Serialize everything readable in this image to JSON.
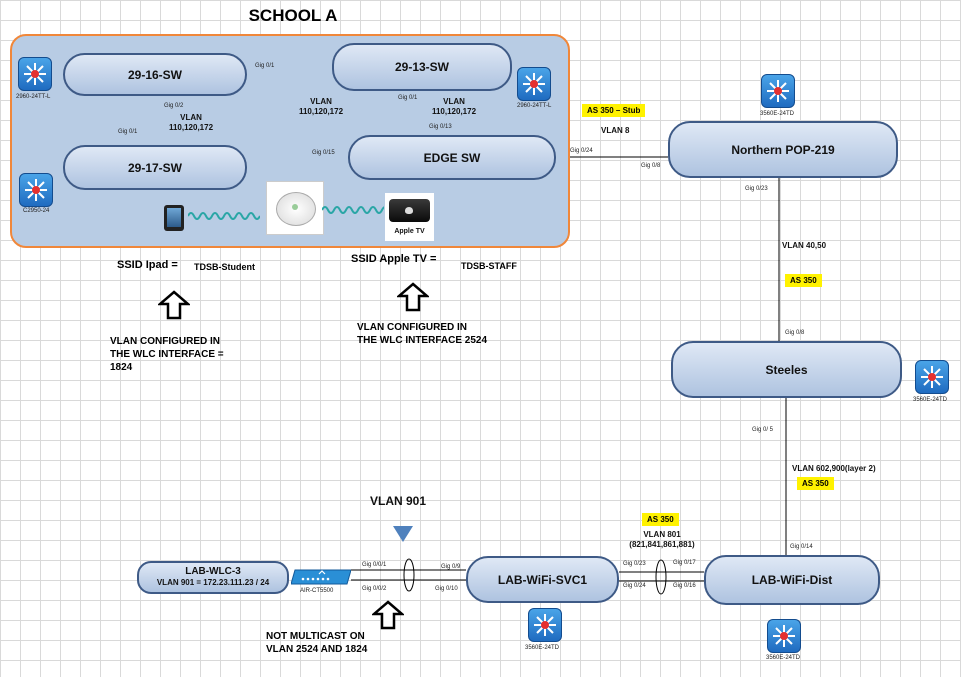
{
  "title": "SCHOOL A",
  "nodes": {
    "sw1616": "29-16-SW",
    "sw1617": "29-17-SW",
    "sw1313": "29-13-SW",
    "edge": "EDGE SW",
    "northern": "Northern POP-219",
    "steeles": "Steeles",
    "svc1": "LAB-WiFi-SVC1",
    "dist": "LAB-WiFi-Dist",
    "wlc_name": "LAB-WLC-3",
    "wlc_vlan": "VLAN 901 = 172.23.111.23 / 24"
  },
  "devices": {
    "d1": "2960-24TT-L",
    "d2": "C2950-24",
    "d3": "2960-24TT-L",
    "d4": "3560E-24TD",
    "d5": "3560E-24TD",
    "d6": "3560E-24TD",
    "d7": "3560E-24TD",
    "ct": "AIR-CT5500"
  },
  "ports": {
    "p1": "Gig 0/1",
    "p2": "Gig 0/2",
    "p3": "Gig 0/1",
    "p4": "Gig 0/1",
    "p5": "Gig 0/13",
    "p6": "Gig 0/15",
    "p7": "Gig 0/24",
    "p8": "Gig 0/8",
    "p9": "Gig 0/23",
    "p10": "Gig 0/8",
    "p11": "Gig 0/ 5",
    "p12": "Gig 0/14",
    "p13": "Gig 0/0/1",
    "p14": "Gig 0/0/2",
    "p15": "Gig 0/9",
    "p16": "Gig 0/10",
    "p17": "Gig 0/23",
    "p18": "Gig 0/24",
    "p19": "Gig 0/17",
    "p20": "Gig 0/16"
  },
  "labels": {
    "vlan_a1": "VLAN",
    "vlan_a2": "110,120,172",
    "vlan_b1": "VLAN",
    "vlan_b2": "110,120,172",
    "vlan_c1": "VLAN",
    "vlan_c2": "110,120,172",
    "vlan8": "VLAN 8",
    "stub": "AS 350 – Stub",
    "vlan4050": "VLAN 40,50",
    "as350a": "AS 350",
    "vlan602": "VLAN 602,900(layer 2)",
    "as350b": "AS 350",
    "as350c": "AS 350",
    "vlan801a": "VLAN 801",
    "vlan801b": "(821,841,861,881)",
    "vlan901": "VLAN 901",
    "appletv": "Apple TV"
  },
  "ssid": {
    "ipad_label": "SSID Ipad =",
    "ipad_value": "TDSB-Student",
    "atv_label": "SSID Apple TV =",
    "atv_value": "TDSB-STAFF"
  },
  "notes": {
    "n1a": "VLAN CONFIGURED IN",
    "n1b": "THE WLC INTERFACE =",
    "n1c": "1824",
    "n2a": "VLAN CONFIGURED IN",
    "n2b": "THE WLC INTERFACE 2524",
    "n3a": "NOT MULTICAST ON",
    "n3b": "VLAN 2524 AND 1824"
  },
  "colors": {
    "school_fill": "#b8cce4",
    "school_border": "#f0873a",
    "node_border": "#3e5a86",
    "highlight": "#fff200",
    "switch_icon": "#1f6bc0"
  }
}
